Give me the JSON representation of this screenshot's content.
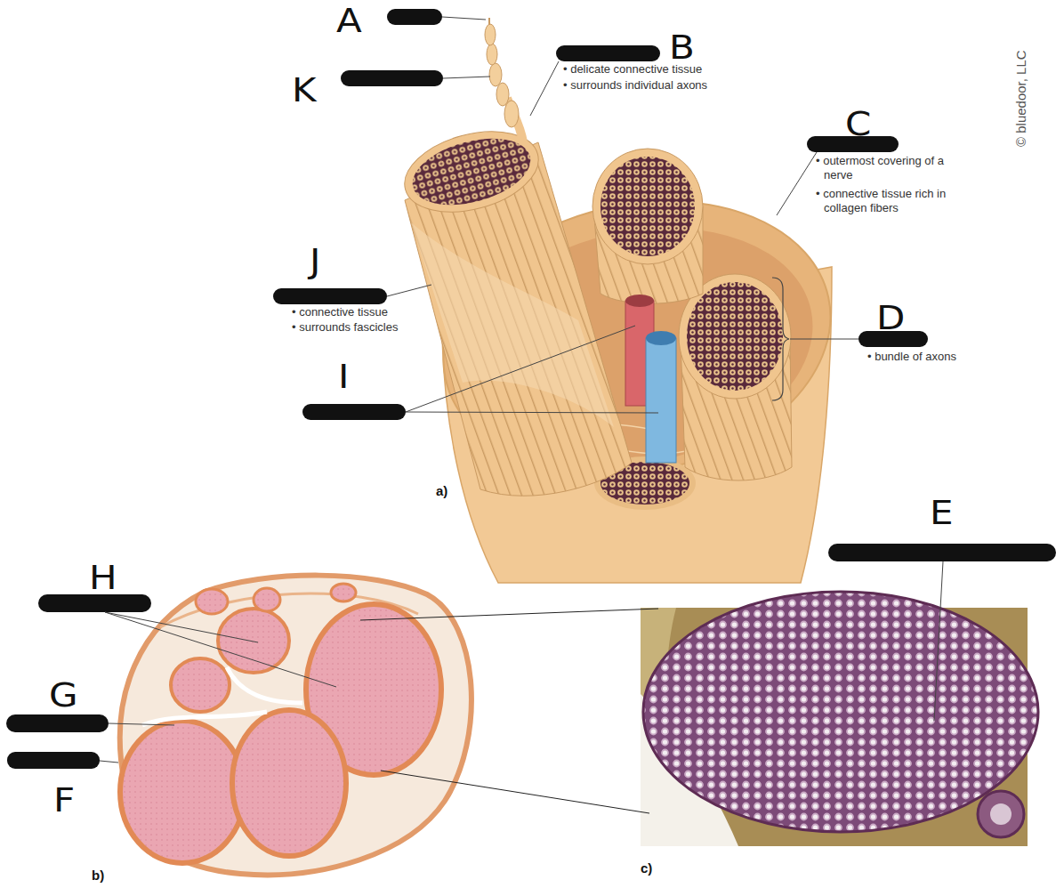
{
  "diagram": {
    "labels": [
      "A",
      "K",
      "B",
      "• delicate connective tissue",
      "• surrounds individual axons",
      "C",
      "• outermost covering of a nerve",
      "• connective tissue rich in collagen fibers",
      "© bluedoor, LLC",
      "J",
      "• connective tissue",
      "• surrounds fascicles",
      "D",
      "• bundle of axons",
      "I",
      "a)",
      "E",
      "H",
      "G",
      "F",
      "b)",
      "c)"
    ]
  }
}
